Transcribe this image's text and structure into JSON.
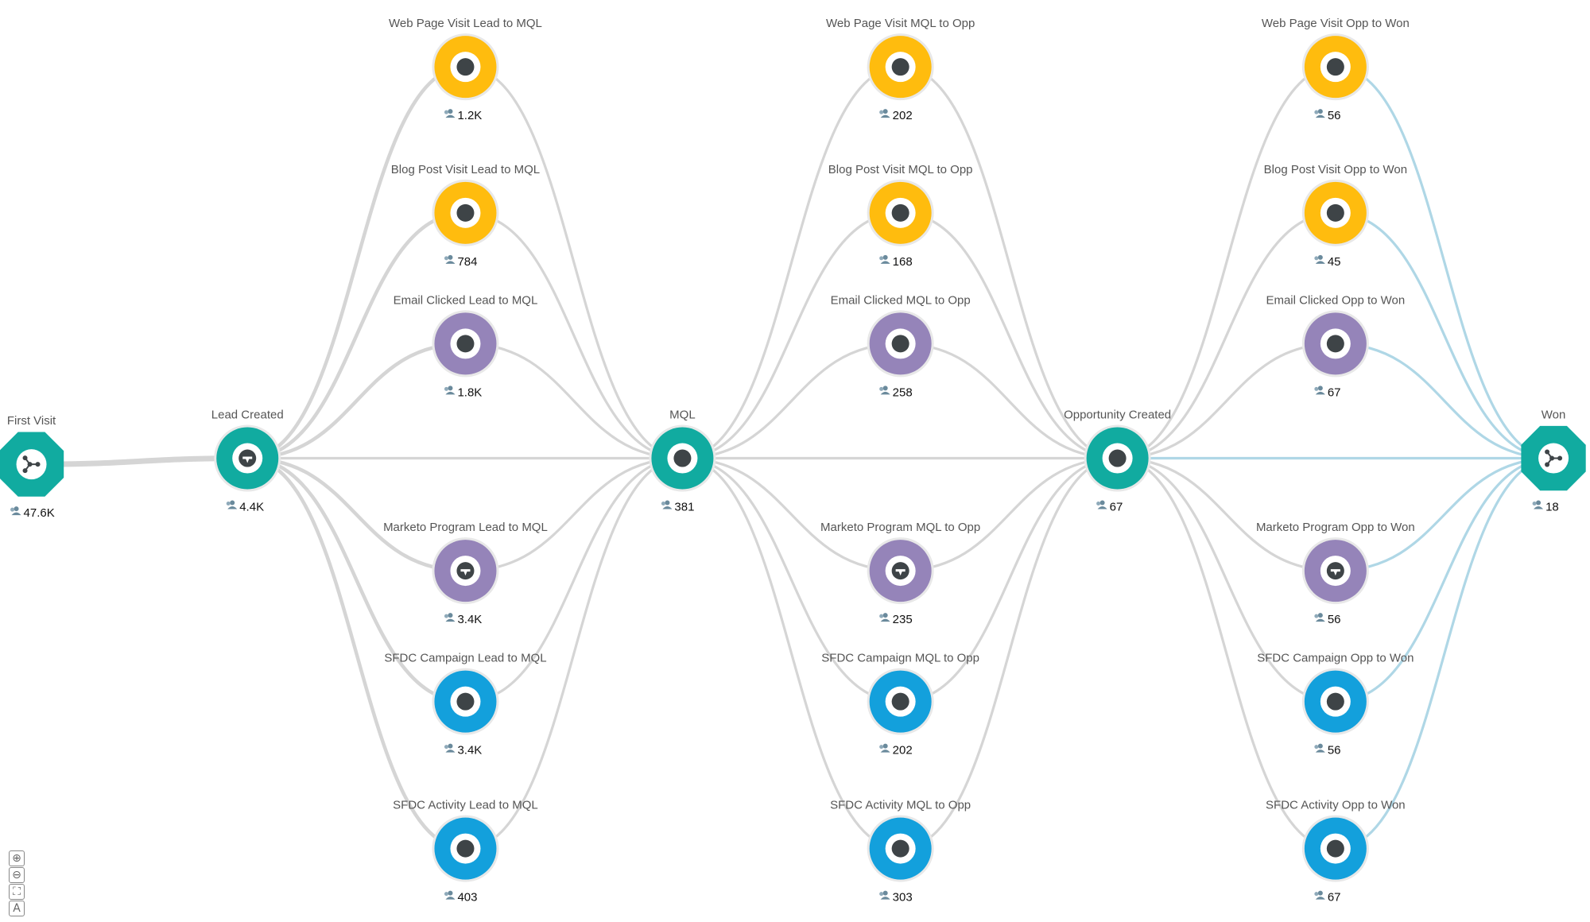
{
  "colors": {
    "teal": "#11ABA0",
    "yellow": "#FFBC0E",
    "purple": "#9584B9",
    "blue": "#13A0DC",
    "edge_gray": "#D5D5D5",
    "edge_blue": "#AFD7E6",
    "icon_dark": "#3E4447"
  },
  "nodes": [
    {
      "id": "first-visit",
      "label": "First Visit",
      "count": "47.6K",
      "shape": "octagon",
      "color": "teal",
      "icon": "branch-icon"
    },
    {
      "id": "lead-created",
      "label": "Lead Created",
      "count": "4.4K",
      "shape": "circle",
      "color": "teal",
      "icon": "marketo-icon"
    },
    {
      "id": "web-lead-mql",
      "label": "Web Page Visit Lead to MQL",
      "count": "1.2K",
      "shape": "circle",
      "color": "yellow",
      "icon": "dot-icon"
    },
    {
      "id": "blog-lead-mql",
      "label": "Blog Post Visit Lead to MQL",
      "count": "784",
      "shape": "circle",
      "color": "yellow",
      "icon": "dot-icon"
    },
    {
      "id": "email-lead-mql",
      "label": "Email Clicked Lead to MQL",
      "count": "1.8K",
      "shape": "circle",
      "color": "purple",
      "icon": "dot-icon"
    },
    {
      "id": "marketo-lead-mql",
      "label": "Marketo Program Lead to MQL",
      "count": "3.4K",
      "shape": "circle",
      "color": "purple",
      "icon": "marketo-icon"
    },
    {
      "id": "sfdc-camp-lead-mql",
      "label": "SFDC Campaign Lead to MQL",
      "count": "3.4K",
      "shape": "circle",
      "color": "blue",
      "icon": "dot-icon"
    },
    {
      "id": "sfdc-act-lead-mql",
      "label": "SFDC Activity Lead to MQL",
      "count": "403",
      "shape": "circle",
      "color": "blue",
      "icon": "dot-icon"
    },
    {
      "id": "mql",
      "label": "MQL",
      "count": "381",
      "shape": "circle",
      "color": "teal",
      "icon": "dot-icon"
    },
    {
      "id": "web-mql-opp",
      "label": "Web Page Visit MQL to Opp",
      "count": "202",
      "shape": "circle",
      "color": "yellow",
      "icon": "dot-icon"
    },
    {
      "id": "blog-mql-opp",
      "label": "Blog Post Visit MQL to Opp",
      "count": "168",
      "shape": "circle",
      "color": "yellow",
      "icon": "dot-icon"
    },
    {
      "id": "email-mql-opp",
      "label": "Email Clicked MQL to Opp",
      "count": "258",
      "shape": "circle",
      "color": "purple",
      "icon": "dot-icon"
    },
    {
      "id": "marketo-mql-opp",
      "label": "Marketo Program MQL to Opp",
      "count": "235",
      "shape": "circle",
      "color": "purple",
      "icon": "marketo-icon"
    },
    {
      "id": "sfdc-camp-mql-opp",
      "label": "SFDC Campaign MQL to Opp",
      "count": "202",
      "shape": "circle",
      "color": "blue",
      "icon": "dot-icon"
    },
    {
      "id": "sfdc-act-mql-opp",
      "label": "SFDC Activity MQL to Opp",
      "count": "303",
      "shape": "circle",
      "color": "blue",
      "icon": "dot-icon"
    },
    {
      "id": "opp-created",
      "label": "Opportunity Created",
      "count": "67",
      "shape": "circle",
      "color": "teal",
      "icon": "dot-icon"
    },
    {
      "id": "web-opp-won",
      "label": "Web Page Visit Opp to Won",
      "count": "56",
      "shape": "circle",
      "color": "yellow",
      "icon": "dot-icon"
    },
    {
      "id": "blog-opp-won",
      "label": "Blog Post Visit Opp to Won",
      "count": "45",
      "shape": "circle",
      "color": "yellow",
      "icon": "dot-icon"
    },
    {
      "id": "email-opp-won",
      "label": "Email Clicked Opp to Won",
      "count": "67",
      "shape": "circle",
      "color": "purple",
      "icon": "dot-icon"
    },
    {
      "id": "marketo-opp-won",
      "label": "Marketo Program Opp to Won",
      "count": "56",
      "shape": "circle",
      "color": "purple",
      "icon": "marketo-icon"
    },
    {
      "id": "sfdc-camp-opp-won",
      "label": "SFDC Campaign Opp to Won",
      "count": "56",
      "shape": "circle",
      "color": "blue",
      "icon": "dot-icon"
    },
    {
      "id": "sfdc-act-opp-won",
      "label": "SFDC Activity Opp to Won",
      "count": "67",
      "shape": "circle",
      "color": "blue",
      "icon": "dot-icon"
    },
    {
      "id": "won",
      "label": "Won",
      "count": "18",
      "shape": "octagon",
      "color": "teal",
      "icon": "branch-icon"
    }
  ],
  "edges": [
    {
      "from": "first-visit",
      "to": "lead-created",
      "color": "edge_gray"
    },
    {
      "from": "lead-created",
      "to": "web-lead-mql",
      "color": "edge_gray"
    },
    {
      "from": "lead-created",
      "to": "blog-lead-mql",
      "color": "edge_gray"
    },
    {
      "from": "lead-created",
      "to": "email-lead-mql",
      "color": "edge_gray"
    },
    {
      "from": "lead-created",
      "to": "mql",
      "color": "edge_gray"
    },
    {
      "from": "lead-created",
      "to": "marketo-lead-mql",
      "color": "edge_gray"
    },
    {
      "from": "lead-created",
      "to": "sfdc-camp-lead-mql",
      "color": "edge_gray"
    },
    {
      "from": "lead-created",
      "to": "sfdc-act-lead-mql",
      "color": "edge_gray"
    },
    {
      "from": "web-lead-mql",
      "to": "mql",
      "color": "edge_gray"
    },
    {
      "from": "blog-lead-mql",
      "to": "mql",
      "color": "edge_gray"
    },
    {
      "from": "email-lead-mql",
      "to": "mql",
      "color": "edge_gray"
    },
    {
      "from": "marketo-lead-mql",
      "to": "mql",
      "color": "edge_gray"
    },
    {
      "from": "sfdc-camp-lead-mql",
      "to": "mql",
      "color": "edge_gray"
    },
    {
      "from": "sfdc-act-lead-mql",
      "to": "mql",
      "color": "edge_gray"
    },
    {
      "from": "mql",
      "to": "web-mql-opp",
      "color": "edge_gray"
    },
    {
      "from": "mql",
      "to": "blog-mql-opp",
      "color": "edge_gray"
    },
    {
      "from": "mql",
      "to": "email-mql-opp",
      "color": "edge_gray"
    },
    {
      "from": "mql",
      "to": "opp-created",
      "color": "edge_gray"
    },
    {
      "from": "mql",
      "to": "marketo-mql-opp",
      "color": "edge_gray"
    },
    {
      "from": "mql",
      "to": "sfdc-camp-mql-opp",
      "color": "edge_gray"
    },
    {
      "from": "mql",
      "to": "sfdc-act-mql-opp",
      "color": "edge_gray"
    },
    {
      "from": "web-mql-opp",
      "to": "opp-created",
      "color": "edge_gray"
    },
    {
      "from": "blog-mql-opp",
      "to": "opp-created",
      "color": "edge_gray"
    },
    {
      "from": "email-mql-opp",
      "to": "opp-created",
      "color": "edge_gray"
    },
    {
      "from": "marketo-mql-opp",
      "to": "opp-created",
      "color": "edge_gray"
    },
    {
      "from": "sfdc-camp-mql-opp",
      "to": "opp-created",
      "color": "edge_gray"
    },
    {
      "from": "sfdc-act-mql-opp",
      "to": "opp-created",
      "color": "edge_gray"
    },
    {
      "from": "opp-created",
      "to": "web-opp-won",
      "color": "edge_gray"
    },
    {
      "from": "opp-created",
      "to": "blog-opp-won",
      "color": "edge_gray"
    },
    {
      "from": "opp-created",
      "to": "email-opp-won",
      "color": "edge_gray"
    },
    {
      "from": "opp-created",
      "to": "won",
      "color": "edge_blue"
    },
    {
      "from": "opp-created",
      "to": "marketo-opp-won",
      "color": "edge_gray"
    },
    {
      "from": "opp-created",
      "to": "sfdc-camp-opp-won",
      "color": "edge_gray"
    },
    {
      "from": "opp-created",
      "to": "sfdc-act-opp-won",
      "color": "edge_gray"
    },
    {
      "from": "web-opp-won",
      "to": "won",
      "color": "edge_blue"
    },
    {
      "from": "blog-opp-won",
      "to": "won",
      "color": "edge_blue"
    },
    {
      "from": "email-opp-won",
      "to": "won",
      "color": "edge_blue"
    },
    {
      "from": "marketo-opp-won",
      "to": "won",
      "color": "edge_blue"
    },
    {
      "from": "sfdc-camp-opp-won",
      "to": "won",
      "color": "edge_blue"
    },
    {
      "from": "sfdc-act-opp-won",
      "to": "won",
      "color": "edge_blue"
    }
  ],
  "zoom_controls": [
    {
      "id": "zoom-in",
      "glyph": "⊕",
      "icon": "zoom-in-icon"
    },
    {
      "id": "zoom-out",
      "glyph": "⊖",
      "icon": "zoom-out-icon"
    },
    {
      "id": "fit",
      "glyph": "⛶",
      "icon": "fit-screen-icon"
    },
    {
      "id": "auto",
      "glyph": "A",
      "icon": "auto-layout-icon"
    }
  ]
}
